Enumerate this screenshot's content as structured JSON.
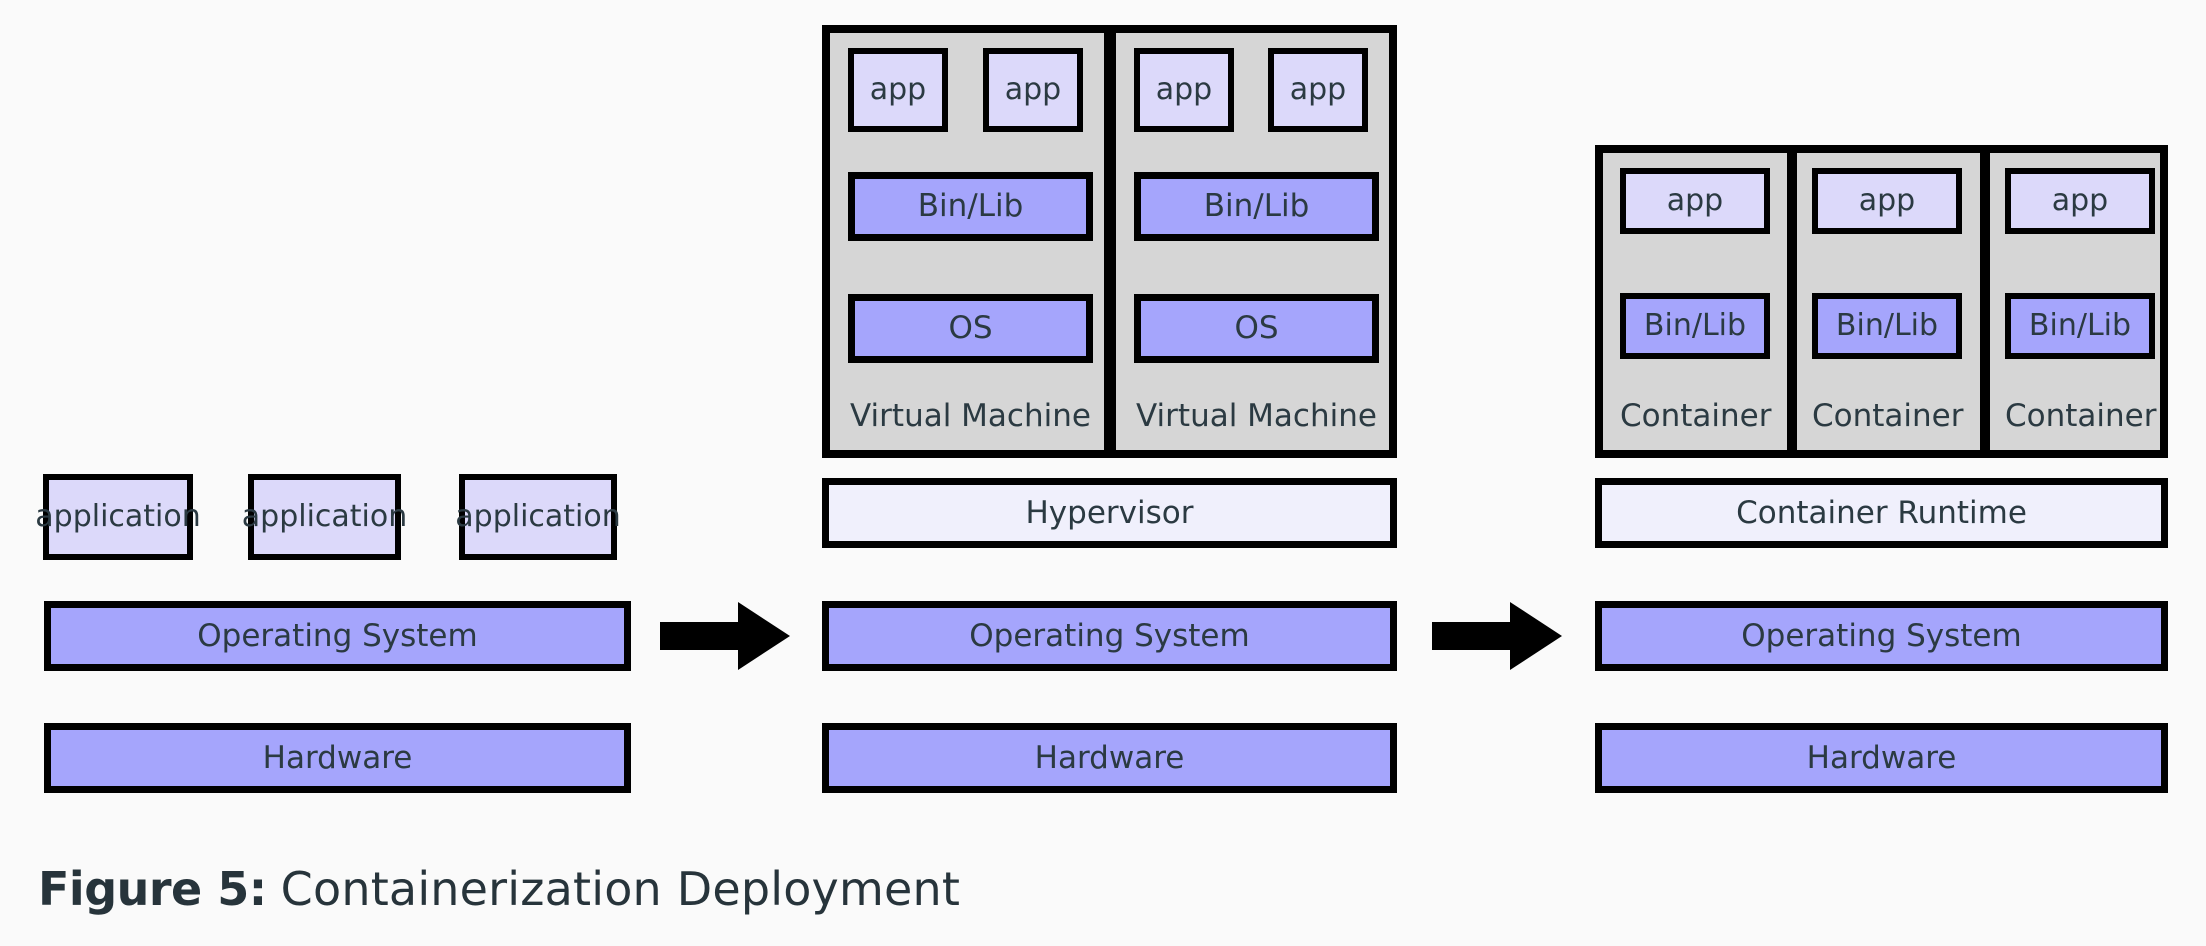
{
  "caption": {
    "label": "Figure 5:",
    "text": "Containerization Deployment"
  },
  "colors": {
    "background": "#fafafa",
    "outline": "#000000",
    "app_fill": "#dcd9fa",
    "os_fill": "#a5a5fc",
    "runtime_fill": "#f0f0fc",
    "panel_fill": "#d6d6d6",
    "text": "#2b3a42"
  },
  "columns": [
    {
      "id": "traditional",
      "apps": [
        {
          "label": "application"
        },
        {
          "label": "application"
        },
        {
          "label": "application"
        }
      ],
      "stack": [
        {
          "label": "Operating System"
        },
        {
          "label": "Hardware"
        }
      ]
    },
    {
      "id": "virtualized",
      "vms": [
        {
          "label": "Virtual Machine",
          "apps": [
            {
              "label": "app"
            },
            {
              "label": "app"
            }
          ],
          "binlib": "Bin/Lib",
          "os": "OS"
        },
        {
          "label": "Virtual Machine",
          "apps": [
            {
              "label": "app"
            },
            {
              "label": "app"
            }
          ],
          "binlib": "Bin/Lib",
          "os": "OS"
        }
      ],
      "stack": [
        {
          "label": "Hypervisor"
        },
        {
          "label": "Operating System"
        },
        {
          "label": "Hardware"
        }
      ]
    },
    {
      "id": "containerized",
      "containers": [
        {
          "label": "Container",
          "app": "app",
          "binlib": "Bin/Lib"
        },
        {
          "label": "Container",
          "app": "app",
          "binlib": "Bin/Lib"
        },
        {
          "label": "Container",
          "app": "app",
          "binlib": "Bin/Lib"
        }
      ],
      "stack": [
        {
          "label": "Container Runtime"
        },
        {
          "label": "Operating System"
        },
        {
          "label": "Hardware"
        }
      ]
    }
  ],
  "arrows": [
    {
      "name": "arrow-traditional-to-virtualized"
    },
    {
      "name": "arrow-virtualized-to-containerized"
    }
  ]
}
